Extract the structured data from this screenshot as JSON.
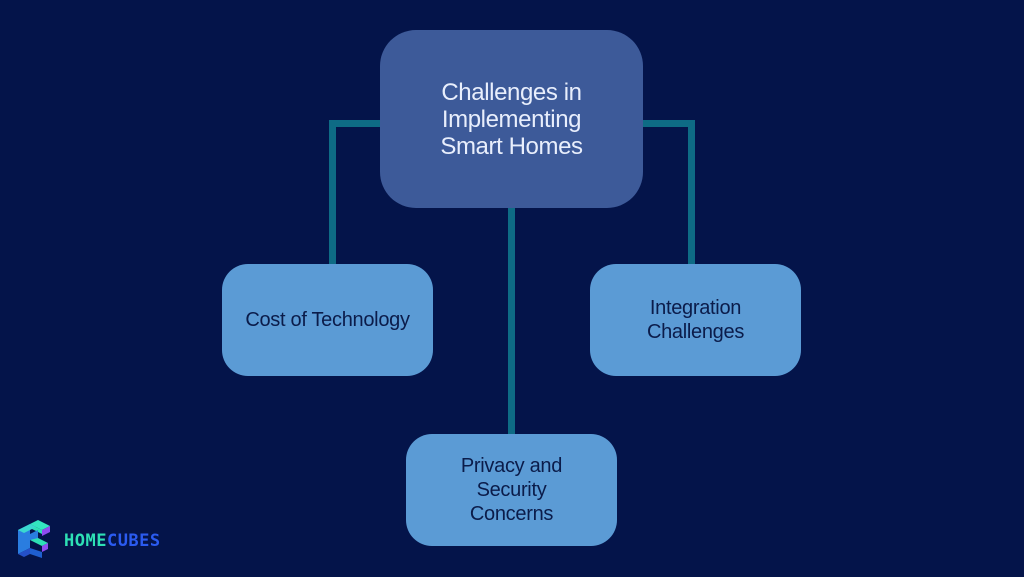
{
  "diagram": {
    "type": "hierarchy",
    "root": {
      "label": "Challenges in\nImplementing\nSmart Homes"
    },
    "children": [
      {
        "id": "left",
        "label": "Cost of Technology"
      },
      {
        "id": "right",
        "label": "Integration\nChallenges"
      },
      {
        "id": "bottom",
        "label": "Privacy and\nSecurity\nConcerns"
      }
    ],
    "colors": {
      "background": "#04144a",
      "root_fill": "#3d5a99",
      "child_fill": "#5b9bd5",
      "connector": "#0e6b85",
      "root_text": "#e8eefc",
      "child_text": "#0b1c4a"
    }
  },
  "brand": {
    "icon": "homecubes-cube-logo-icon",
    "name_part1": "HOME",
    "name_part2": "CUBES",
    "colors": {
      "part1": "#2ee0b5",
      "part2": "#2b5bf0"
    }
  }
}
